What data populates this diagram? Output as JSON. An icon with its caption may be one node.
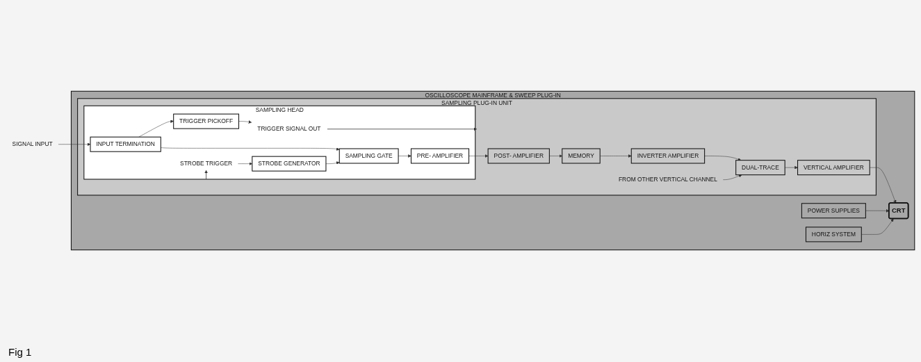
{
  "diagram": {
    "caption": "Fig 1",
    "nodes": [
      {
        "text": [
          "OSCILLOSCOPE MAINFRAME & SWEEP PLUG-IN"
        ]
      },
      {
        "text": [
          "SAMPLING PLUG-IN UNIT"
        ],
        "in": 0
      },
      {
        "text": [
          "SAMPLING HEAD"
        ],
        "in": 1
      },
      {
        "text": [
          "SIGNAL INPUT"
        ]
      },
      {
        "text": [
          "INPUT TERMINATION"
        ],
        "in": 2
      },
      {
        "text": [
          "TRIGGER PICKOFF"
        ],
        "in": 2
      },
      {
        "text": [
          "TRIGGER SIGNAL OUT"
        ],
        "in": 2
      },
      {
        "text": [
          "SAMPLING GATE"
        ],
        "in": 2
      },
      {
        "text": [
          "STROBE GENERATOR"
        ],
        "in": 2
      },
      {
        "text": [
          "STROBE TRIGGER"
        ],
        "in": 2
      },
      {
        "text": [
          "PRE- AMPLIFIER"
        ],
        "in": 2
      },
      {
        "text": [
          "POST- AMPLIFIER"
        ],
        "in": 1
      },
      {
        "text": [
          "MEMORY"
        ],
        "in": 1
      },
      {
        "text": [
          "INVERTER AMPLIFIER"
        ],
        "in": 1
      },
      {
        "text": [
          "DUAL-TRACE"
        ],
        "in": 1
      },
      {
        "text": [
          "FROM OTHER VERTICAL CHANNEL"
        ],
        "in": 1
      },
      {
        "text": [
          "VERTICAL AMPLIFIER"
        ],
        "in": 1
      },
      {
        "text": [
          "POWER SUPPLIES"
        ],
        "in": 0
      },
      {
        "text": [
          "CRT"
        ],
        "in": 0
      },
      {
        "text": [
          "HORIZ SYSTEM"
        ],
        "in": 0
      }
    ],
    "edges": [
      {
        "from": 3,
        "to": 4,
        "arrow": "to"
      },
      {
        "from": 4,
        "to": 7,
        "arrow": "to"
      },
      {
        "from": 7,
        "to": 10,
        "arrow": "to"
      },
      {
        "from": 4,
        "to": 5,
        "arrow": "to"
      },
      {
        "from": 5,
        "to": 6,
        "arrow": "to"
      },
      {
        "from": 6,
        "to": 2,
        "arrow": "to"
      },
      {
        "from": 2,
        "to": 9,
        "arrow": "to"
      },
      {
        "from": 9,
        "to": 8,
        "arrow": "to"
      },
      {
        "from": 8,
        "to": 7,
        "arrow": "to"
      },
      {
        "from": 10,
        "to": 11,
        "arrow": "to"
      },
      {
        "from": 11,
        "to": 12,
        "arrow": "to"
      },
      {
        "from": 12,
        "to": 13,
        "arrow": "to"
      },
      {
        "from": 13,
        "to": 14,
        "arrow": "to"
      },
      {
        "from": 15,
        "to": 14,
        "arrow": "to"
      },
      {
        "from": 14,
        "to": 16,
        "arrow": "to"
      },
      {
        "from": 16,
        "to": 18,
        "arrow": "to"
      },
      {
        "from": 17,
        "to": 18,
        "arrow": "to"
      },
      {
        "from": 19,
        "to": 18,
        "arrow": "to"
      }
    ]
  }
}
